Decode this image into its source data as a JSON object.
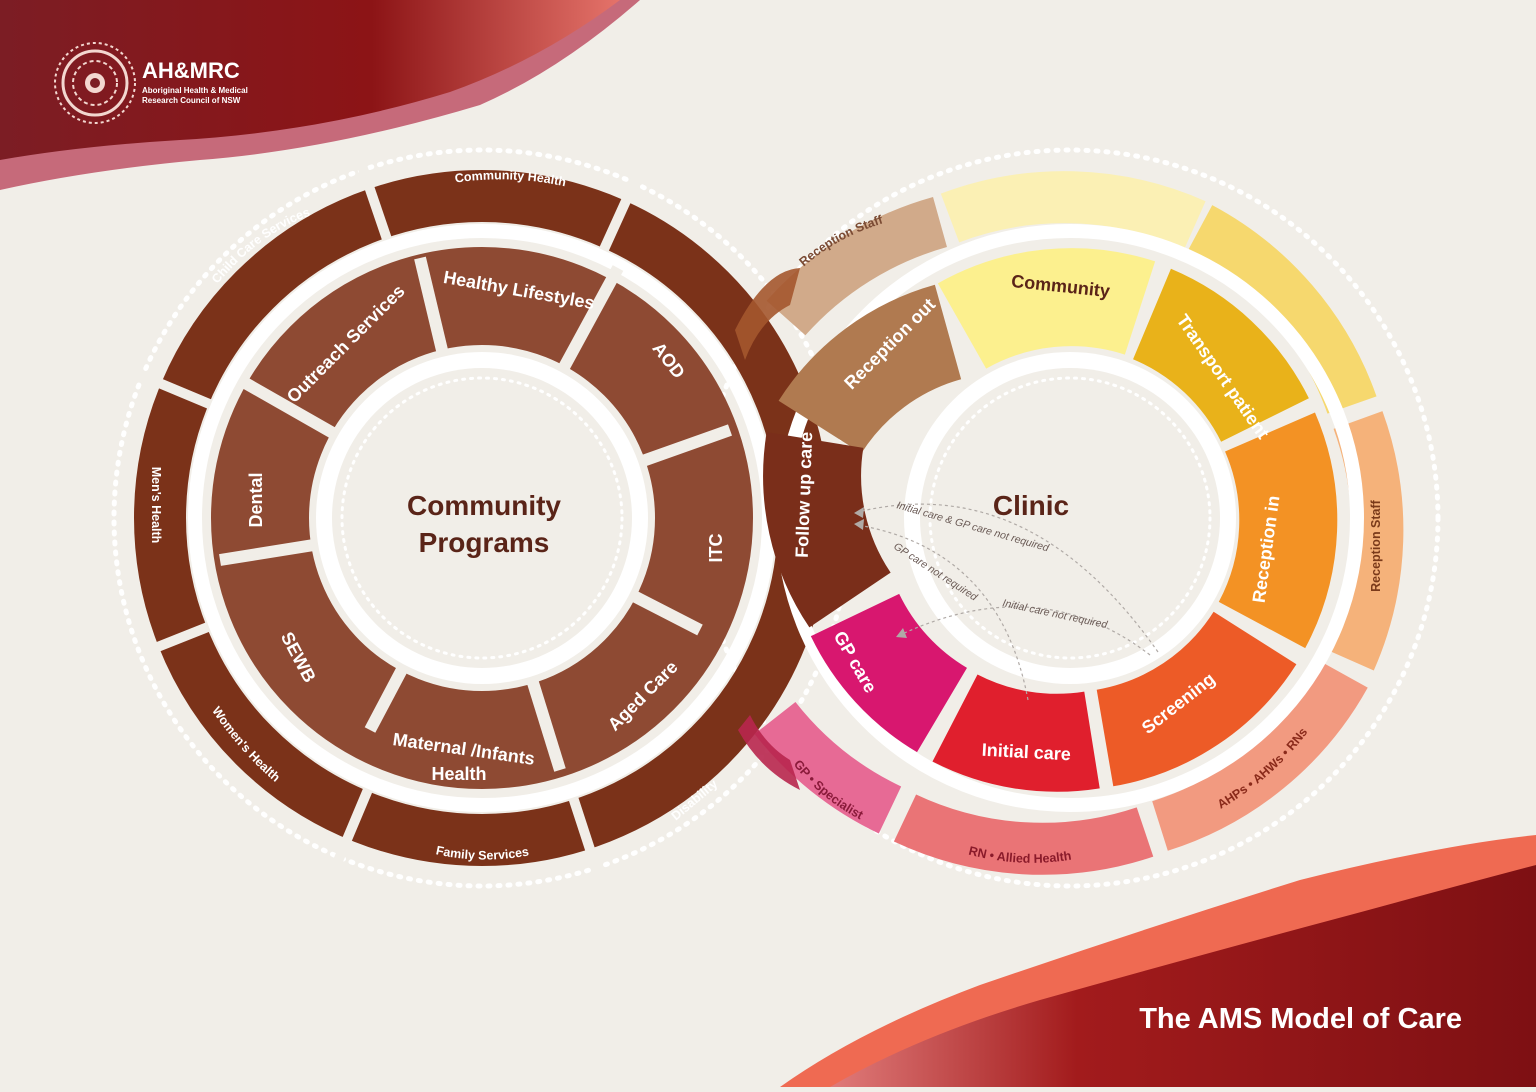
{
  "brand": {
    "name": "AH&MRC",
    "line1": "Aboriginal Health & Medical",
    "line2": "Research Council of NSW"
  },
  "footer": {
    "title": "The AMS Model of Care"
  },
  "community": {
    "title_line1": "Community",
    "title_line2": "Programs",
    "inner": [
      "Healthy Lifestyles",
      "AOD",
      "ITC",
      "Aged Care",
      "Maternal /Infants",
      "Health",
      "SEWB",
      "Dental",
      "Outreach Services"
    ],
    "outer": [
      "Community Health",
      "Child Care Services",
      "Men's Health",
      "Women's Health",
      "Family Services",
      "Disability"
    ]
  },
  "clinic": {
    "title": "Clinic",
    "inner": [
      "Community",
      "Transport patient",
      "Reception in",
      "Screening",
      "Initial care",
      "GP care",
      "Follow up care",
      "Reception out"
    ],
    "outer": [
      "Reception Staff",
      "Reception Staff",
      "AHPs • AHWs • RNs",
      "RN • Allied Health",
      "GP • Specialist"
    ],
    "paths": [
      "Initial care & GP care not required",
      "GP care not required",
      "Initial care not required"
    ]
  },
  "colors": {
    "background": "#f1eee8",
    "community_dark": "#7b3219",
    "community_mid": "#8e4a33",
    "follow_up": "#7a2e1a",
    "reception_out": "#b07a50",
    "community_yellow": "#fcf08e",
    "transport": "#e9b21a",
    "reception_in": "#f39224",
    "screening": "#ed5b27",
    "initial_care": "#e01f2d",
    "gp_care": "#d8176f",
    "accent_red": "#8b1214"
  }
}
